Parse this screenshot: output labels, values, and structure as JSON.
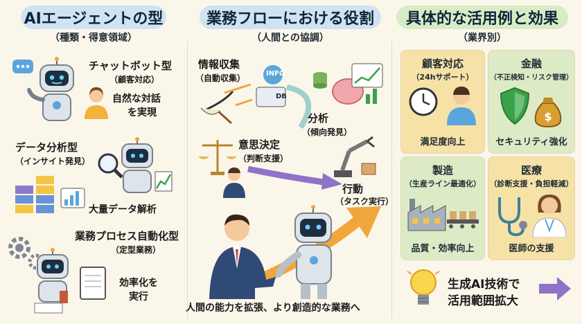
{
  "left": {
    "title": "AIエージェントの型",
    "subtitle": "（種類・得意領域）",
    "types": [
      {
        "title": "チャットボット型",
        "sub": "（顧客対応）",
        "desc1": "自然な対話",
        "desc2": "を実現"
      },
      {
        "title": "データ分析型",
        "sub": "（インサイト発見）",
        "desc1": "大量データ解析"
      },
      {
        "title": "業務プロセス自動化型",
        "sub": "（定型業務）",
        "desc1": "効率化を",
        "desc2": "実行"
      }
    ]
  },
  "middle": {
    "title": "業務フローにおける役割",
    "subtitle": "（人間との協調）",
    "steps": [
      {
        "title": "情報収集",
        "sub": "（自動収集）"
      },
      {
        "title": "分析",
        "sub": "（傾向発見）"
      },
      {
        "title": "意思決定",
        "sub": "（判断支援）"
      },
      {
        "title": "行動",
        "sub": "（タスク実行）"
      }
    ],
    "info_label": "INFO",
    "db_label": "DB",
    "caption": "人間の能力を拡張、より創造的な業務へ"
  },
  "right": {
    "title": "具体的な活用例と効果",
    "subtitle": "（業界別）",
    "cards": [
      {
        "title": "顧客対応",
        "sub": "（24hサポート）",
        "effect": "満足度向上",
        "color": "#f6e2a6"
      },
      {
        "title": "金融",
        "sub": "（不正検知・リスク管理）",
        "effect": "セキュリティ強化",
        "color": "#dcebc6"
      },
      {
        "title": "製造",
        "sub": "（生産ライン最適化）",
        "effect": "品質・効率向上",
        "color": "#dcebc6"
      },
      {
        "title": "医療",
        "sub": "（診断支援・負担軽減）",
        "effect": "医師の支援",
        "color": "#f6e2a6"
      }
    ],
    "footer1": "生成AI技術で",
    "footer2": "活用範囲拡大"
  },
  "colors": {
    "header_blue": "#cfe3f2",
    "header_green": "#d7ecc5",
    "accent_orange": "#f0a63a",
    "purple": "#8e73c8"
  }
}
